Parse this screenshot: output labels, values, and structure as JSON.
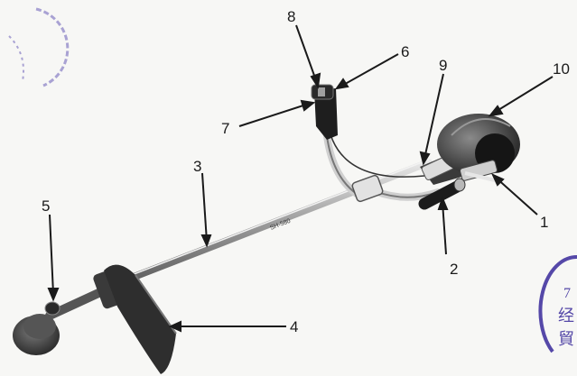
{
  "figure": {
    "callouts": [
      {
        "id": "1",
        "label": "1"
      },
      {
        "id": "2",
        "label": "2"
      },
      {
        "id": "3",
        "label": "3"
      },
      {
        "id": "4",
        "label": "4"
      },
      {
        "id": "5",
        "label": "5"
      },
      {
        "id": "6",
        "label": "6"
      },
      {
        "id": "7",
        "label": "7"
      },
      {
        "id": "8",
        "label": "8"
      },
      {
        "id": "9",
        "label": "9"
      },
      {
        "id": "10",
        "label": "10"
      }
    ],
    "shaft_marking": "SH-580",
    "stamp_color": "#6a5db8",
    "ink_color": "#1a1a1a"
  }
}
